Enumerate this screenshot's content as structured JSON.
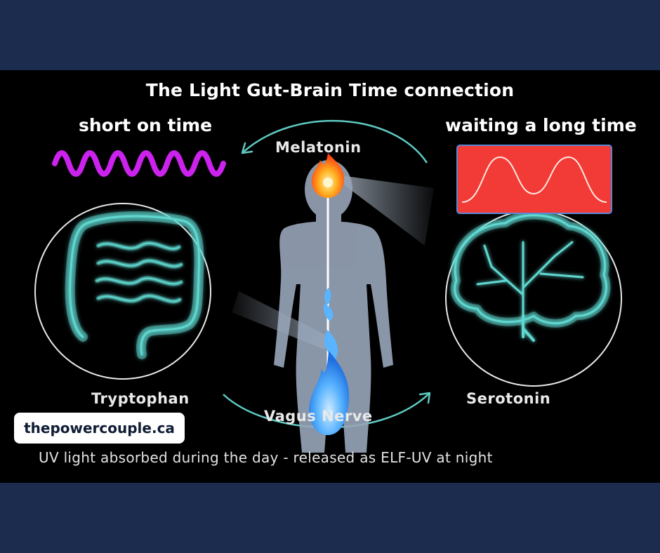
{
  "title": "The Light Gut-Brain Time connection",
  "left_caption": "short on time",
  "right_caption": "waiting a long time",
  "labels": {
    "melatonin": "Melatonin",
    "tryptophan": "Tryptophan",
    "serotonin": "Serotonin",
    "vagus_nerve": "Vagus Nerve"
  },
  "bottom_caption": "UV light absorbed during the day - released as ELF-UV at night",
  "site_badge": "thepowercouple.ca",
  "icons": {
    "short_wave": "short-wavelength-icon",
    "long_wave": "long-wavelength-icon",
    "gut": "intestine-icon",
    "brain": "brain-icon",
    "body": "human-silhouette",
    "fire_head": "red-flame-icon",
    "fire_gut": "blue-flame-icon"
  },
  "colors": {
    "background": "#000000",
    "frame": "#1b2c4e",
    "short_wave": "#cc22ee",
    "long_wave_panel": "#f23a36",
    "accent_teal": "#5fd8d0",
    "flame_blue": "#4aa9ff",
    "flame_red": "#ff4a1c"
  }
}
